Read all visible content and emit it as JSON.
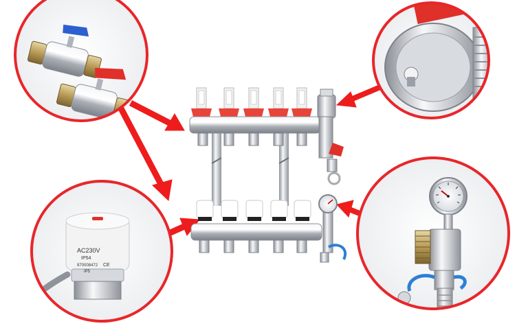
{
  "actuator": {
    "voltage": "AC230V",
    "ip_rating": "IP54",
    "serial": "970008472",
    "mark": "CE",
    "ip_sub": "IP5"
  },
  "colors": {
    "callout_red": "#e8262a",
    "arrow_red": "#ee1c1c",
    "valve_blue": "#2d5fd0",
    "valve_red": "#e0302a",
    "flowmeter_red": "#e8443a",
    "chrome": "#c9cdd2",
    "brass": "#b89a55"
  },
  "icons": [
    "ball-valve-icon",
    "air-vent-icon",
    "actuator-icon",
    "pressure-gauge-icon",
    "manifold-icon"
  ]
}
